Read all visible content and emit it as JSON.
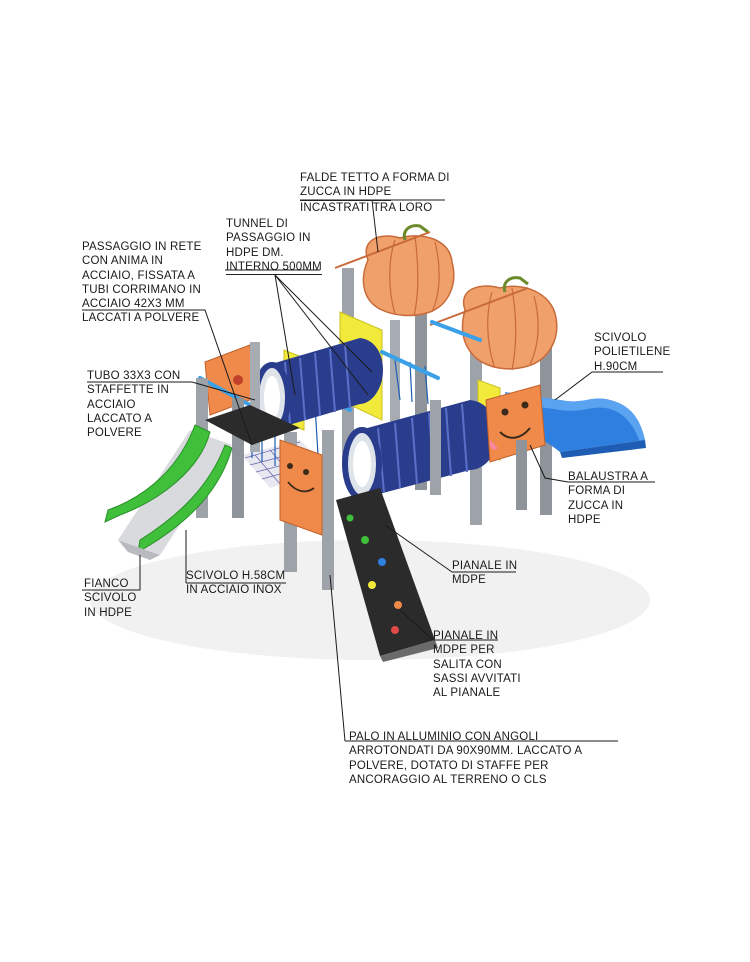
{
  "labels": {
    "roof": [
      "FALDE TETTO A FORMA DI",
      "ZUCCA IN HDPE",
      "INCASTRATI TRA LORO"
    ],
    "tunnel": [
      "TUNNEL DI",
      "PASSAGGIO IN",
      "HDPE DM.",
      "INTERNO 500MM"
    ],
    "net": [
      "PASSAGGIO IN RETE",
      "CON ANIMA IN",
      "ACCIAIO, FISSATA A",
      "TUBI CORRIMANO IN",
      "ACCIAIO 42X3 MM",
      "LACCATI A POLVERE"
    ],
    "tube": [
      "TUBO 33X3 CON",
      "STAFFETTE IN",
      "ACCIAIO",
      "LACCATO A",
      "POLVERE"
    ],
    "slide_poly": [
      "SCIVOLO",
      "POLIETILENE",
      "H.90CM"
    ],
    "balustrade": [
      "BALAUSTRA A",
      "FORMA DI",
      "ZUCCA IN",
      "HDPE"
    ],
    "platform": [
      "PIANALE IN",
      "MDPE"
    ],
    "climb": [
      "PIANALE IN",
      "MDPE PER",
      "SALITA CON",
      "SASSI AVVITATI",
      "AL PIANALE"
    ],
    "steel_slide": [
      "SCIVOLO H.58CM",
      "IN ACCIAIO INOX"
    ],
    "side": [
      "FIANCO",
      "SCIVOLO",
      "IN HDPE"
    ],
    "post": [
      "PALO IN ALLUMINIO CON ANGOLI",
      "ARROTONDATI DA 90X90MM. LACCATO A",
      "POLVERE, DOTATO DI STAFFE PER",
      "ANCORAGGIO AL TERRENO O CLS"
    ]
  },
  "colors": {
    "pumpkin": "#f0a06a",
    "orange_panel": "#f08a4a",
    "yellow": "#f2ea3a",
    "green": "#3fbf3a",
    "blue_slide": "#2f7fe0",
    "tunnel": "#2a3d8c",
    "post": "#9ea3aa",
    "deck": "#2b2b2b"
  }
}
